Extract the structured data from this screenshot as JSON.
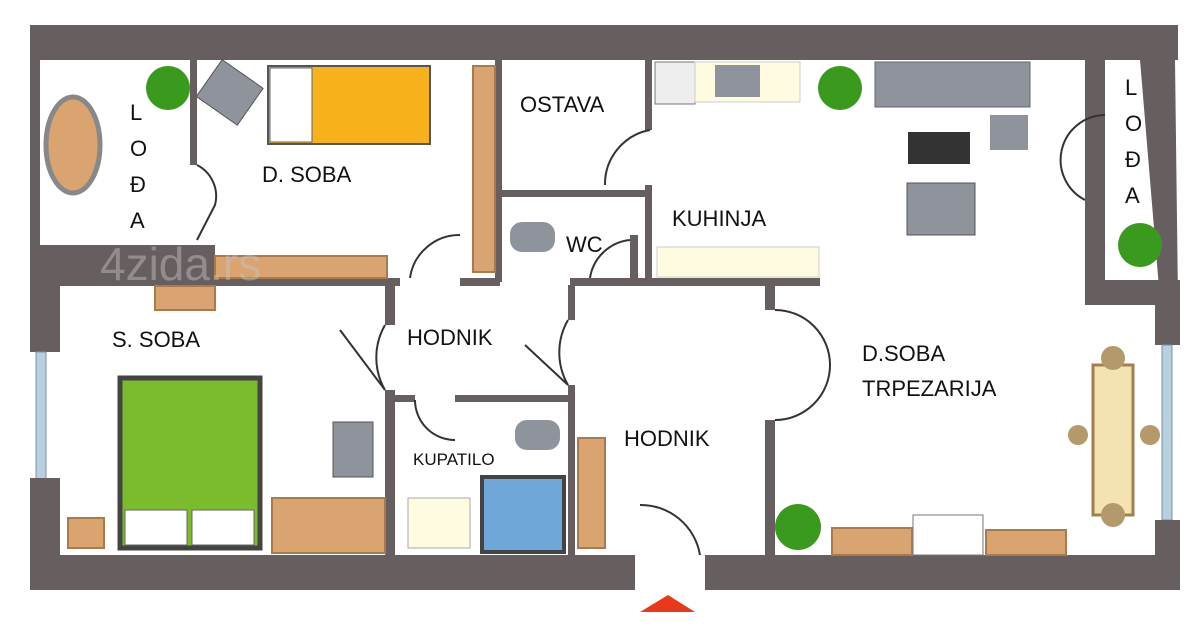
{
  "plan": {
    "rooms": {
      "lodja_left": "L O Đ A",
      "d_soba": "D. SOBA",
      "ostava": "OSTAVA",
      "kuhinja": "KUHINJA",
      "wc": "WC",
      "lodja_right": "L O Đ A",
      "s_soba": "S. SOBA",
      "hodnik_1": "HODNIK",
      "hodnik_2": "HODNIK",
      "kupatilo": "KUPATILO",
      "dnevna_line1": "D.SOBA",
      "dnevna_line2": "TRPEZARIJA"
    },
    "watermark": "4zida.rs",
    "colors": {
      "wall": "#675e60",
      "bed_yellow": "#f7b21b",
      "bed_green": "#7cbc2c",
      "furniture_wood": "#d9a470",
      "entrance_marker": "#e8391d"
    }
  }
}
